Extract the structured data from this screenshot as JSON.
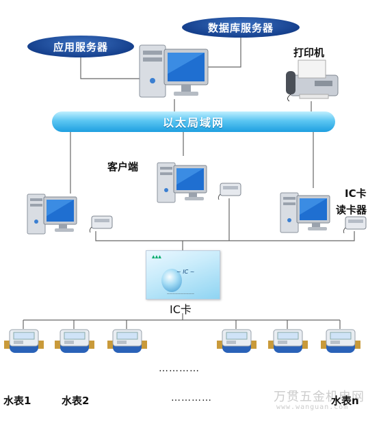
{
  "nodes": {
    "app_server": "应用服务器",
    "db_server": "数据库服务器",
    "printer": "打印机",
    "ethernet": "以太局域网",
    "client": "客户端",
    "ic_reader_line1": "IC卡",
    "ic_reader_line2": "读卡器",
    "ic_card": "IC卡"
  },
  "meters": {
    "meter1": "水表1",
    "meter2": "水表2",
    "ellipsis_top": "…………",
    "ellipsis_bottom": "…………",
    "meter_n": "水表n"
  },
  "watermark": {
    "cn": "万贯五金机电网",
    "url": "www.wanguan.com"
  },
  "colors": {
    "pill": "#16418e",
    "bus": "#2aa7e6",
    "lines": "#555555"
  }
}
